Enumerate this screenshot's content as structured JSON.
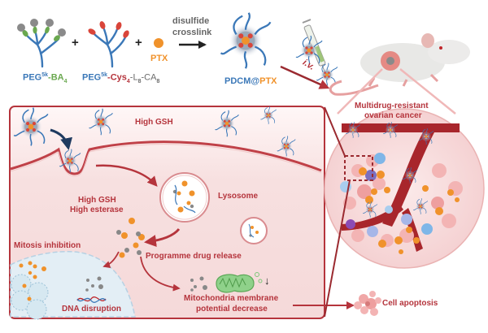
{
  "top_row": {
    "polymer1": {
      "prefix": "PEG",
      "sup": "5k",
      "dash": "-",
      "suffix": "BA",
      "sub": "4"
    },
    "plus1": "+",
    "polymer2": {
      "prefix": "PEG",
      "sup": "5k",
      "dash1": "-",
      "cys": "Cys",
      "cys_sub": "4",
      "dash2": "-L",
      "l_sub": "8",
      "ca": "-CA",
      "ca_sub": "8"
    },
    "plus2": "+",
    "drug": "PTX",
    "process_line1": "disulfide",
    "process_line2": "crosslink",
    "product": {
      "prefix": "PDCM@",
      "suffix": "PTX"
    },
    "route": "i.v."
  },
  "cell_panel": {
    "extracellular_label": "High GSH",
    "intracellular_line1": "High GSH",
    "intracellular_line2": "High esterase",
    "lysosome_label": "Lysosome",
    "release_label": "Programme drug release",
    "mitosis_label": "Mitosis inhibition",
    "dna_label": "DNA disruption",
    "mito_line1": "Mitochondria membrane",
    "mito_line2": "potential decrease",
    "mito_arrow": "↓"
  },
  "tumor": {
    "line1": "Multidrug-resistant",
    "line2": "ovarian cancer"
  },
  "outcome": "Cell apoptosis",
  "colors": {
    "accent_red": "#b5343c",
    "peg_blue": "#3b78b8",
    "ba_green": "#6aa84f",
    "ptx_orange": "#f0922b",
    "panel_bg": "#f7dede",
    "nucleus_bg": "#e3eef5"
  }
}
